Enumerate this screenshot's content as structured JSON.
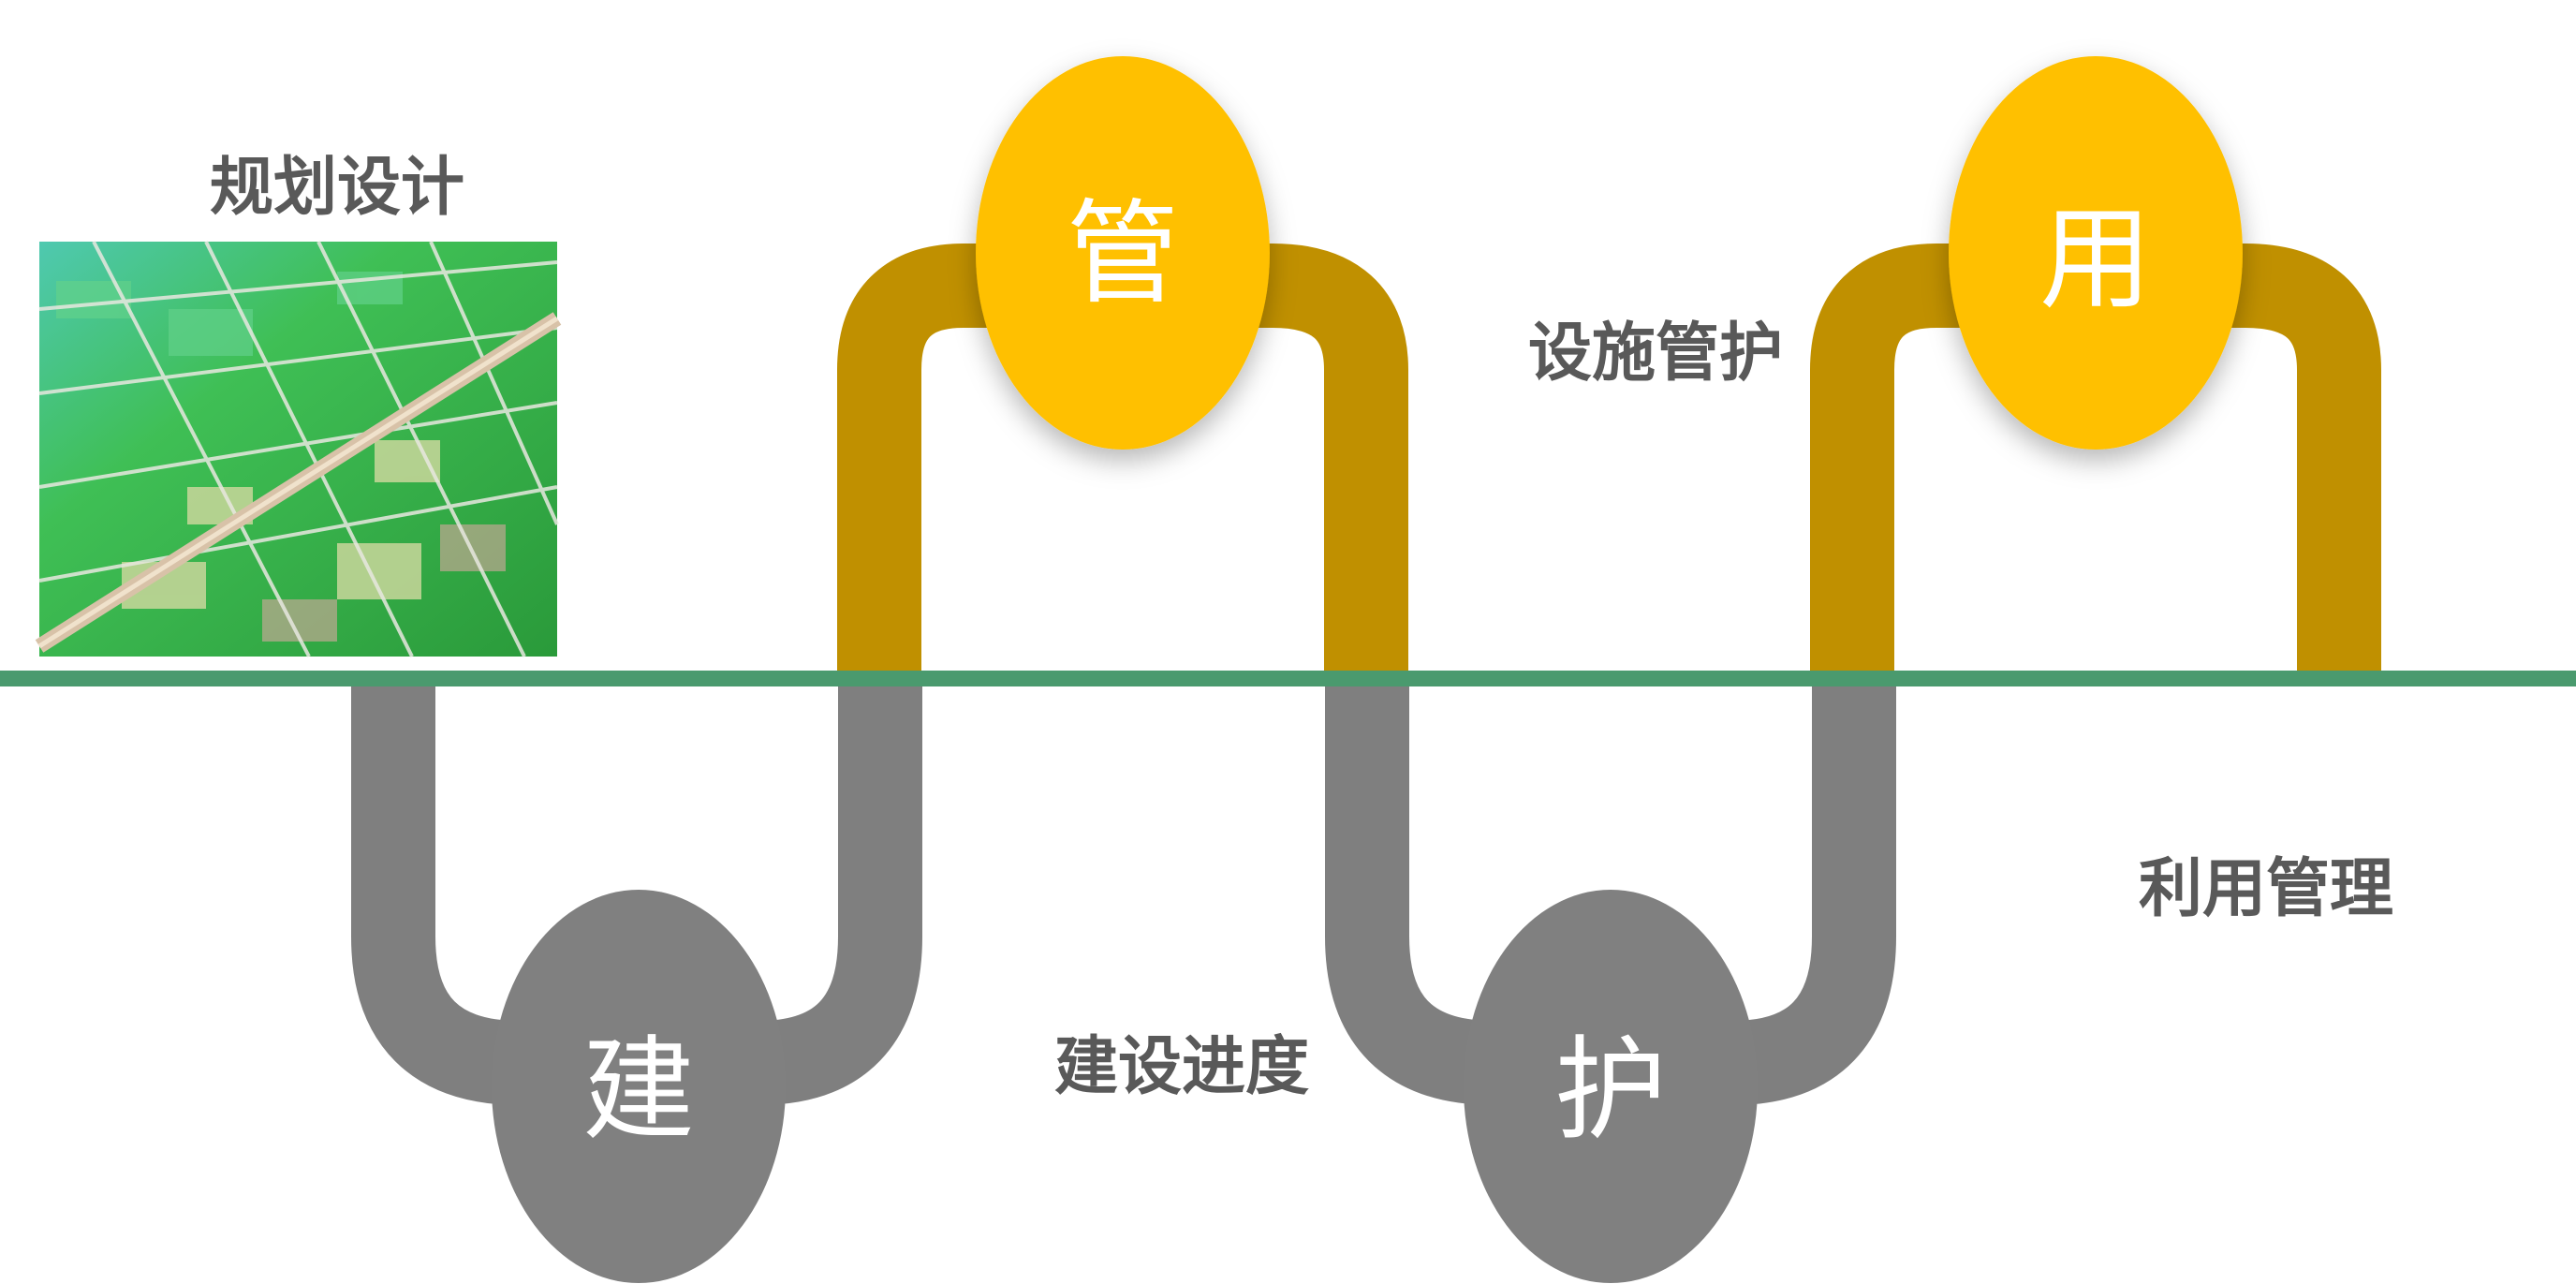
{
  "colors": {
    "background": "#ffffff",
    "baseline": "#4a9a6e",
    "gold_pipe": "#c09000",
    "gold_node": "#ffc000",
    "gray_pipe": "#7f7f7f",
    "gray_node": "#808080",
    "label_text": "#595959",
    "node_text": "#ffffff"
  },
  "labels": {
    "plan_design": "规划设计",
    "construction_progress": "建设进度",
    "facility_maintenance": "设施管护",
    "utilization_management": "利用管理"
  },
  "nodes": {
    "build": "建",
    "manage": "管",
    "protect": "护",
    "use": "用"
  },
  "image": {
    "subject": "aerial-farmland-photo"
  }
}
